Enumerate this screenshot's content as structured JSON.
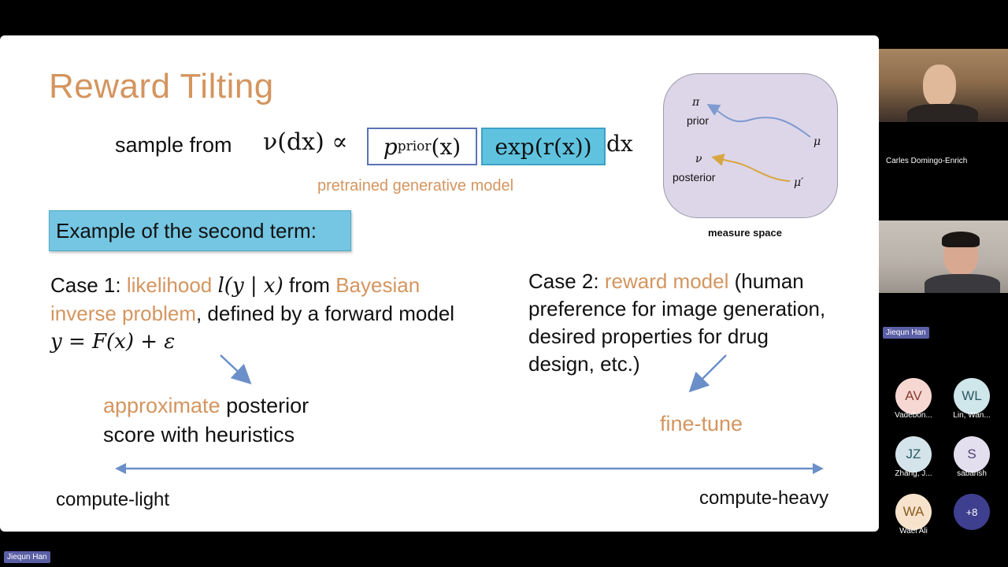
{
  "slide": {
    "title": "Reward Tilting",
    "eq_prefix": "sample from",
    "eq_nu": "ν(dx) ∝",
    "eq_box1": "p",
    "eq_box1_sub": "prior",
    "eq_box1_arg": "(x)",
    "eq_box2": "exp(r(x))",
    "eq_dx": "dx",
    "pretrained": "pretrained generative model",
    "example_box": "Example of the second term:",
    "case1": {
      "label": "Case 1:",
      "likelihood": "likelihood",
      "likelihood_math": "l(y | x)",
      "from": "from",
      "bayesian": "Bayesian",
      "inverse": "inverse problem",
      "defined": ", defined by a forward model",
      "equation": "y = F(x) + ε"
    },
    "approx": {
      "orange": "approximate",
      "rest1": " posterior",
      "line2": "score with heuristics"
    },
    "case2": {
      "label": "Case 2:",
      "reward": "reward model",
      "line1_rest": " (human",
      "line2": "preference for image generation,",
      "line3": "desired properties for drug",
      "line4": "design, etc.)"
    },
    "finetune": "fine-tune",
    "compute_light": "compute-light",
    "compute_heavy": "compute-heavy",
    "measure_space": {
      "pi": "π",
      "prior": "prior",
      "mu": "μ",
      "nu": "ν",
      "posterior": "posterior",
      "mu_prime": "μ′",
      "caption": "measure space"
    }
  },
  "participants": {
    "video1_name": "Carles Domingo-Enrich",
    "video2_name": "Jiequn Han",
    "avatars": [
      {
        "initials": "AV",
        "name": "Vadebon...",
        "bg": "#f7d7d2",
        "fg": "#8a3c30"
      },
      {
        "initials": "WL",
        "name": "Lin, Wan...",
        "bg": "#cfe6ea",
        "fg": "#2c5a63"
      },
      {
        "initials": "JZ",
        "name": "Zhang, J...",
        "bg": "#d4e4ea",
        "fg": "#2c5a63"
      },
      {
        "initials": "S",
        "name": "sabarish",
        "bg": "#e4dfef",
        "fg": "#4b3f70"
      },
      {
        "initials": "WA",
        "name": "Wael Ali",
        "bg": "#f7e3cc",
        "fg": "#8a5a20"
      },
      {
        "initials": "+8",
        "name": "",
        "bg": "#3f3f8f",
        "fg": "#ffffff"
      }
    ],
    "active_speaker_tag": "Jiequn Han"
  },
  "colors": {
    "accent_orange": "#d4955f",
    "box_blue": "#74c6e2",
    "arrow_blue": "#6b8fc8",
    "zoom_purple": "#5a5fa5"
  }
}
